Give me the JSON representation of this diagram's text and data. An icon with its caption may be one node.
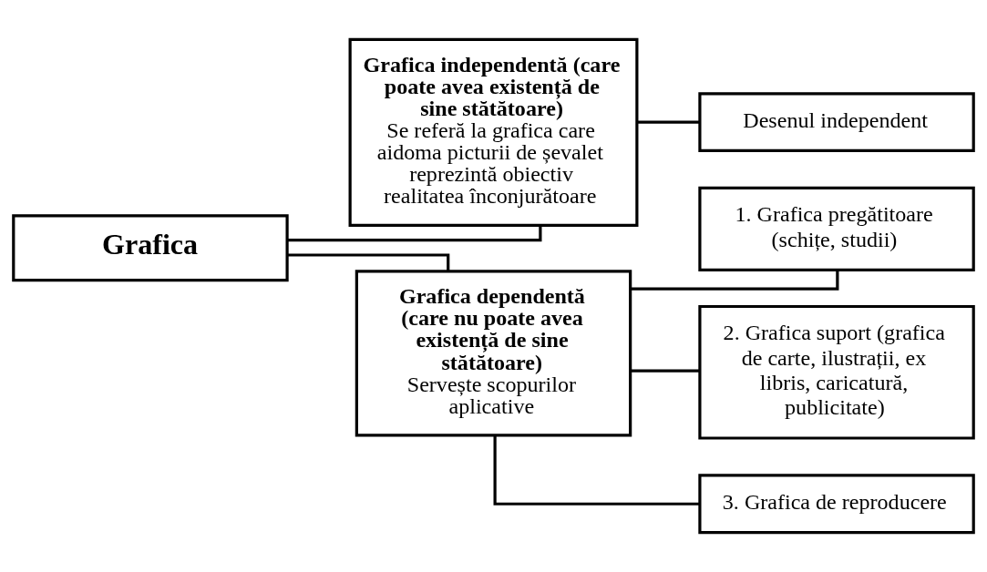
{
  "diagram": {
    "nodes": [
      {
        "text": [
          "Grafica"
        ]
      },
      {
        "text": [
          "Grafica independentă (care poate avea existență de sine stătătoare)",
          "Se referă la grafica care aidoma picturii de șevalet reprezintă obiectiv realitatea înconjurătoare"
        ]
      },
      {
        "text": [
          "Desenul independent"
        ]
      },
      {
        "text": [
          "Grafica dependentă (care nu poate avea existență de sine stătătoare)",
          "Servește scopurilor aplicative"
        ]
      },
      {
        "text": [
          "1. Grafica pregătitoare (schițe, studii)"
        ]
      },
      {
        "text": [
          "2. Grafica suport (grafica de carte, ilustrații, ex libris, caricatură, publicitate)"
        ]
      },
      {
        "text": [
          "3. Grafica de reproducere"
        ]
      }
    ],
    "edges": [
      {
        "from": 0,
        "to": 1,
        "arrow": "none"
      },
      {
        "from": 0,
        "to": 3,
        "arrow": "none"
      },
      {
        "from": 1,
        "to": 2,
        "arrow": "none"
      },
      {
        "from": 3,
        "to": 4,
        "arrow": "none"
      },
      {
        "from": 3,
        "to": 5,
        "arrow": "none"
      },
      {
        "from": 3,
        "to": 6,
        "arrow": "none"
      }
    ]
  }
}
